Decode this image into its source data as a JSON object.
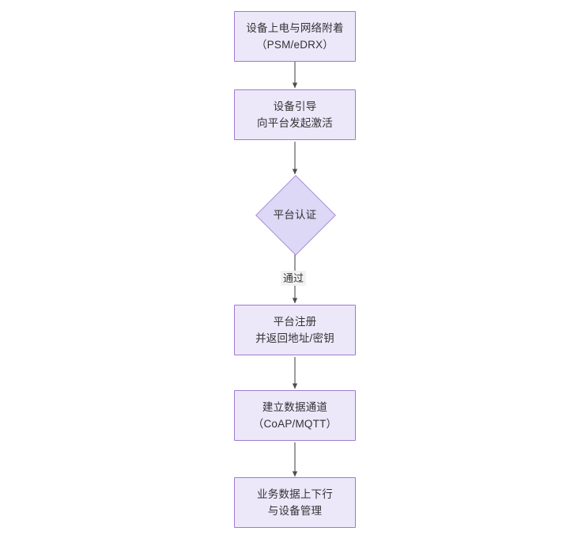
{
  "diagram": {
    "type": "flowchart",
    "orientation": "top-to-bottom",
    "background_color": "#ffffff",
    "node_fill_color": "#ece8fa",
    "node_border_color": "#9f7ad0",
    "decision_fill_color": "#ddd8f5",
    "decision_border_color": "#a98fd8",
    "text_color": "#333333",
    "connector_color": "#4d4d4d",
    "edge_label_background": "#f2f2f2",
    "nodes": [
      {
        "id": "power-on",
        "shape": "rectangle",
        "text": "设备上电与网络附着\n（PSM/eDRX）"
      },
      {
        "id": "bootstrap",
        "shape": "rectangle",
        "text": "设备引导\n向平台发起激活"
      },
      {
        "id": "platform-auth",
        "shape": "diamond",
        "text": "平台认证"
      },
      {
        "id": "platform-register",
        "shape": "rectangle",
        "text": "平台注册\n并返回地址/密钥"
      },
      {
        "id": "data-channel",
        "shape": "rectangle",
        "text": "建立数据通道\n（CoAP/MQTT）"
      },
      {
        "id": "business-data",
        "shape": "rectangle",
        "text": "业务数据上下行\n与设备管理"
      }
    ],
    "edges": [
      {
        "from": "power-on",
        "to": "bootstrap",
        "label": ""
      },
      {
        "from": "bootstrap",
        "to": "platform-auth",
        "label": ""
      },
      {
        "from": "platform-auth",
        "to": "platform-register",
        "label": "通过"
      },
      {
        "from": "platform-register",
        "to": "data-channel",
        "label": ""
      },
      {
        "from": "data-channel",
        "to": "business-data",
        "label": ""
      }
    ]
  }
}
